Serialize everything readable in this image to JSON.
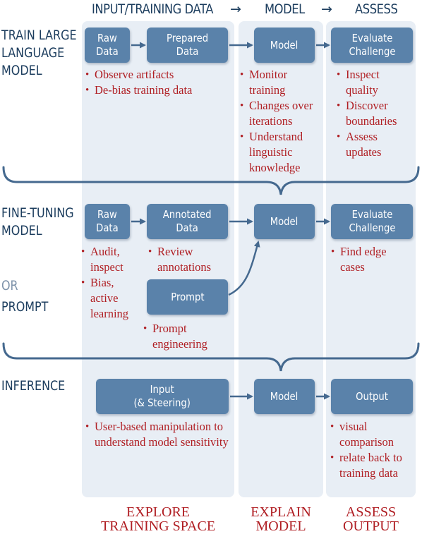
{
  "headers": {
    "input": "INPUT/TRAINING DATA",
    "arrow1": "→",
    "model": "MODEL",
    "arrow2": "→",
    "assess": "ASSESS"
  },
  "rows": {
    "train": {
      "label": "TRAIN LARGE\nLANGUAGE\nMODEL"
    },
    "finetune": {
      "label": "FINE-TUNING\nMODEL"
    },
    "or": {
      "label": "OR"
    },
    "prompt": {
      "label": "PROMPT"
    },
    "inference": {
      "label": "INFERENCE"
    }
  },
  "boxes": {
    "raw_data_1": "Raw\nData",
    "prepared_data": "Prepared\nData",
    "model_1": "Model",
    "evaluate_1": "Evaluate\nChallenge",
    "raw_data_2": "Raw\nData",
    "annotated_data": "Annotated\nData",
    "model_2": "Model",
    "evaluate_2": "Evaluate\nChallenge",
    "prompt": "Prompt",
    "input": "Input\n(& Steering)",
    "model_3": "Model",
    "output": "Output"
  },
  "notes": {
    "train_input": [
      "Observe artifacts",
      "De-bias training data"
    ],
    "train_model": [
      "Monitor training",
      "Changes over iterations",
      "Understand linguistic knowledge"
    ],
    "train_assess": [
      "Inspect quality",
      "Discover boundaries",
      "Assess updates"
    ],
    "ft_raw": [
      "Audit, inspect",
      "Bias, active learning"
    ],
    "ft_annotated": [
      "Review annotations"
    ],
    "ft_prompt": [
      "Prompt engineering"
    ],
    "ft_assess": [
      "Find edge cases"
    ],
    "inf_input": [
      "User-based manipulation to understand model sensitivity"
    ],
    "inf_assess": [
      "visual comparison",
      "relate back to training data"
    ]
  },
  "footer": {
    "explore": "EXPLORE\nTRAINING SPACE",
    "explain": "EXPLAIN\nMODEL",
    "assess": "ASSESS\nOUTPUT"
  },
  "colors": {
    "box": "#5a82aa",
    "column_bg": "#e8eef5",
    "note_text": "#b01e23",
    "header_text": "#1c3d5e",
    "or_text": "#7e93aa",
    "connector": "#45698f"
  }
}
